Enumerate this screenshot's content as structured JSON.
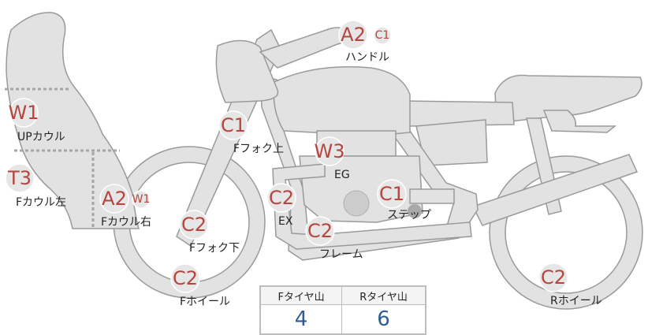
{
  "parts": [
    {
      "id": "handle",
      "label": "ハンドル",
      "badges": [
        {
          "grade": "A2",
          "size": "lg"
        },
        {
          "grade": "C1",
          "size": "sm"
        }
      ]
    },
    {
      "id": "up-cowl",
      "label": "UPカウル",
      "badges": [
        {
          "grade": "W1",
          "size": "lg"
        }
      ]
    },
    {
      "id": "f-cowl-left",
      "label": "Fカウル左",
      "badges": [
        {
          "grade": "T3",
          "size": "lg"
        }
      ]
    },
    {
      "id": "f-cowl-right",
      "label": "Fカウル右",
      "badges": [
        {
          "grade": "A2",
          "size": "lg"
        },
        {
          "grade": "W1",
          "size": "sm"
        }
      ]
    },
    {
      "id": "f-fork-upper",
      "label": "Fフォク上",
      "badges": [
        {
          "grade": "C1",
          "size": "lg"
        }
      ]
    },
    {
      "id": "eg",
      "label": "EG",
      "badges": [
        {
          "grade": "W3",
          "size": "lg"
        }
      ]
    },
    {
      "id": "step",
      "label": "ステップ",
      "badges": [
        {
          "grade": "C1",
          "size": "lg"
        }
      ]
    },
    {
      "id": "ex",
      "label": "EX",
      "badges": [
        {
          "grade": "C2",
          "size": "lg"
        }
      ]
    },
    {
      "id": "f-fork-lower",
      "label": "Fフォク下",
      "badges": [
        {
          "grade": "C2",
          "size": "lg"
        }
      ]
    },
    {
      "id": "frame",
      "label": "フレーム",
      "badges": [
        {
          "grade": "C2",
          "size": "lg"
        }
      ]
    },
    {
      "id": "f-wheel",
      "label": "Fホイール",
      "badges": [
        {
          "grade": "C2",
          "size": "lg"
        }
      ]
    },
    {
      "id": "r-wheel",
      "label": "Rホイール",
      "badges": [
        {
          "grade": "C2",
          "size": "lg"
        }
      ]
    }
  ],
  "tread_table": {
    "front_header": "Fタイヤ山",
    "rear_header": "Rタイヤ山",
    "front_value": "4",
    "rear_value": "6"
  },
  "colors": {
    "grade_text": "#b5453f",
    "table_value": "#2f5b9a",
    "bike_fill": "#e2e2e2",
    "bike_outline": "#9a9a9a"
  }
}
